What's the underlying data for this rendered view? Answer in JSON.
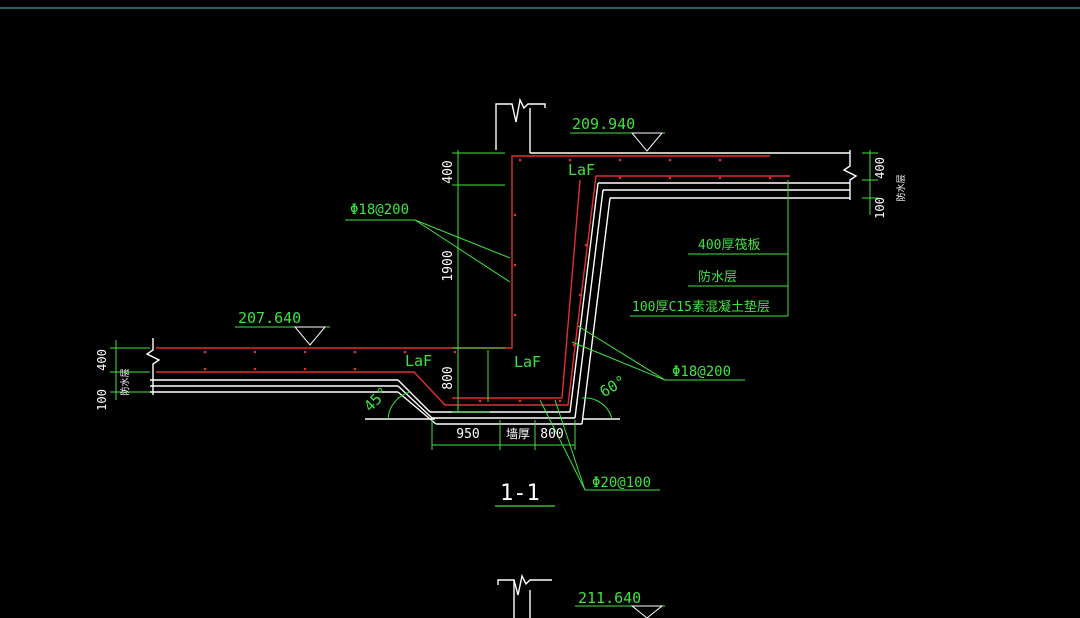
{
  "colors": {
    "background": "#000000",
    "frame_line": "#44c8c8",
    "outline": "#ffffff",
    "rebar": "#e03030",
    "dimension": "#3fe23f",
    "text_green": "#3fe23f",
    "text_white": "#ffffff"
  },
  "section": {
    "title": "1-1",
    "elevation_top": "209.940",
    "elevation_low": "207.640",
    "elevation_next": "211.640",
    "rebar_wall": "Φ18@200",
    "rebar_slope": "Φ18@200",
    "rebar_bottom": "Φ20@100",
    "anchor_labels": [
      "LaF",
      "LaF",
      "LaF"
    ],
    "angle_left": "45°",
    "angle_right": "60°"
  },
  "layers": {
    "raft": "400厚筏板",
    "waterproof": "防水层",
    "cushion": "100厚C15素混凝土垫层"
  },
  "dimensions": {
    "top_slab": "400",
    "wall_height": "1900",
    "low_slab": "800",
    "width_left": "950",
    "wall_thickness": "墙厚",
    "width_right": "800",
    "left_slab": "400",
    "left_cushion": "100",
    "left_waterproof": "防水层",
    "right_slab": "400",
    "right_cushion": "100",
    "right_waterproof": "防水层"
  }
}
